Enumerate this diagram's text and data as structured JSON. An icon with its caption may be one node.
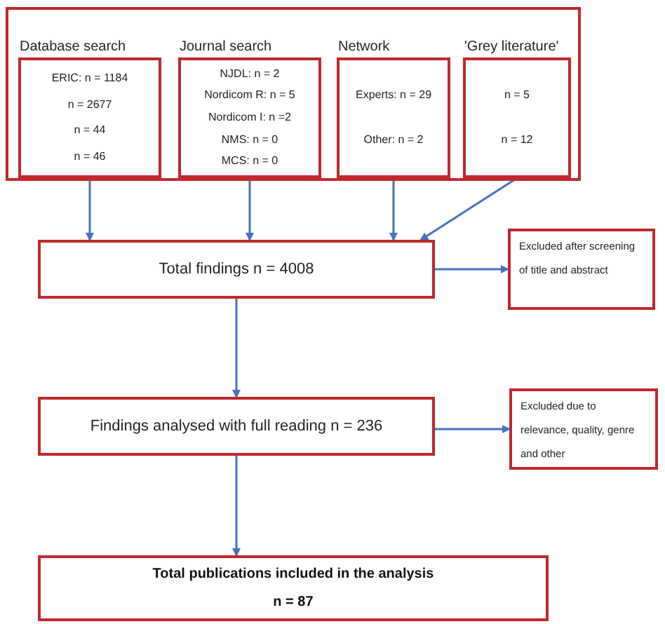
{
  "diagram": {
    "nodes": [
      {
        "text": [],
        "shape": "box"
      },
      {
        "text": [
          "Database search",
          "ERIC: n = 1184",
          "n = 2677",
          "n = 44",
          "n = 46"
        ],
        "in": 0
      },
      {
        "text": [
          "Journal search",
          "NJDL: n = 2",
          "Nordicom R: n = 5",
          "Nordicom I: n =2",
          "NMS: n = 0",
          "MCS: n = 0"
        ],
        "in": 0
      },
      {
        "text": [
          "Network",
          "Experts: n = 29",
          "Other: n = 2"
        ],
        "in": 0
      },
      {
        "text": [
          "'Grey literature'",
          "n = 5",
          "n = 12"
        ],
        "in": 0
      },
      {
        "text": [
          "Total findings n = 4008"
        ]
      },
      {
        "text": [
          "Excluded after screening of title and abstract"
        ]
      },
      {
        "text": [
          "Findings analysed with full reading n = 236"
        ]
      },
      {
        "text": [
          "Excluded due to relevance, quality, genre and other"
        ]
      },
      {
        "text": [
          "Total publications included in the analysis",
          "n = 87"
        ]
      }
    ],
    "edges": [
      {
        "from": 1,
        "to": 5,
        "arrow": "to"
      },
      {
        "from": 2,
        "to": 5,
        "arrow": "to"
      },
      {
        "from": 3,
        "to": 5,
        "arrow": "to"
      },
      {
        "from": 4,
        "to": 5,
        "arrow": "to"
      },
      {
        "from": 5,
        "to": 6,
        "arrow": "to"
      },
      {
        "from": 5,
        "to": 7,
        "arrow": "to"
      },
      {
        "from": 7,
        "to": 8,
        "arrow": "to"
      },
      {
        "from": 7,
        "to": 9,
        "arrow": "to"
      }
    ]
  }
}
